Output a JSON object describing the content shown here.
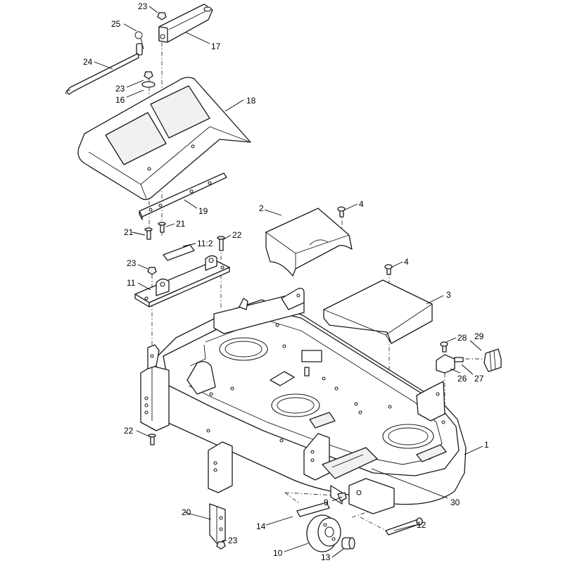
{
  "callouts": {
    "c1": "1",
    "c2": "2",
    "c3": "3",
    "c4a": "4",
    "c4b": "4",
    "c9": "9",
    "c10": "10",
    "c11": "11",
    "c11_2": "11:2",
    "c12": "12",
    "c13": "13",
    "c14": "14",
    "c16": "16",
    "c17": "17",
    "c18": "18",
    "c19": "19",
    "c20": "20",
    "c21a": "21",
    "c21b": "21",
    "c22a": "22",
    "c22b": "22",
    "c23a": "23",
    "c23b": "23",
    "c23c": "23",
    "c23d": "23",
    "c24": "24",
    "c25": "25",
    "c26": "26",
    "c27": "27",
    "c28": "28",
    "c29": "29",
    "c30": "30"
  }
}
